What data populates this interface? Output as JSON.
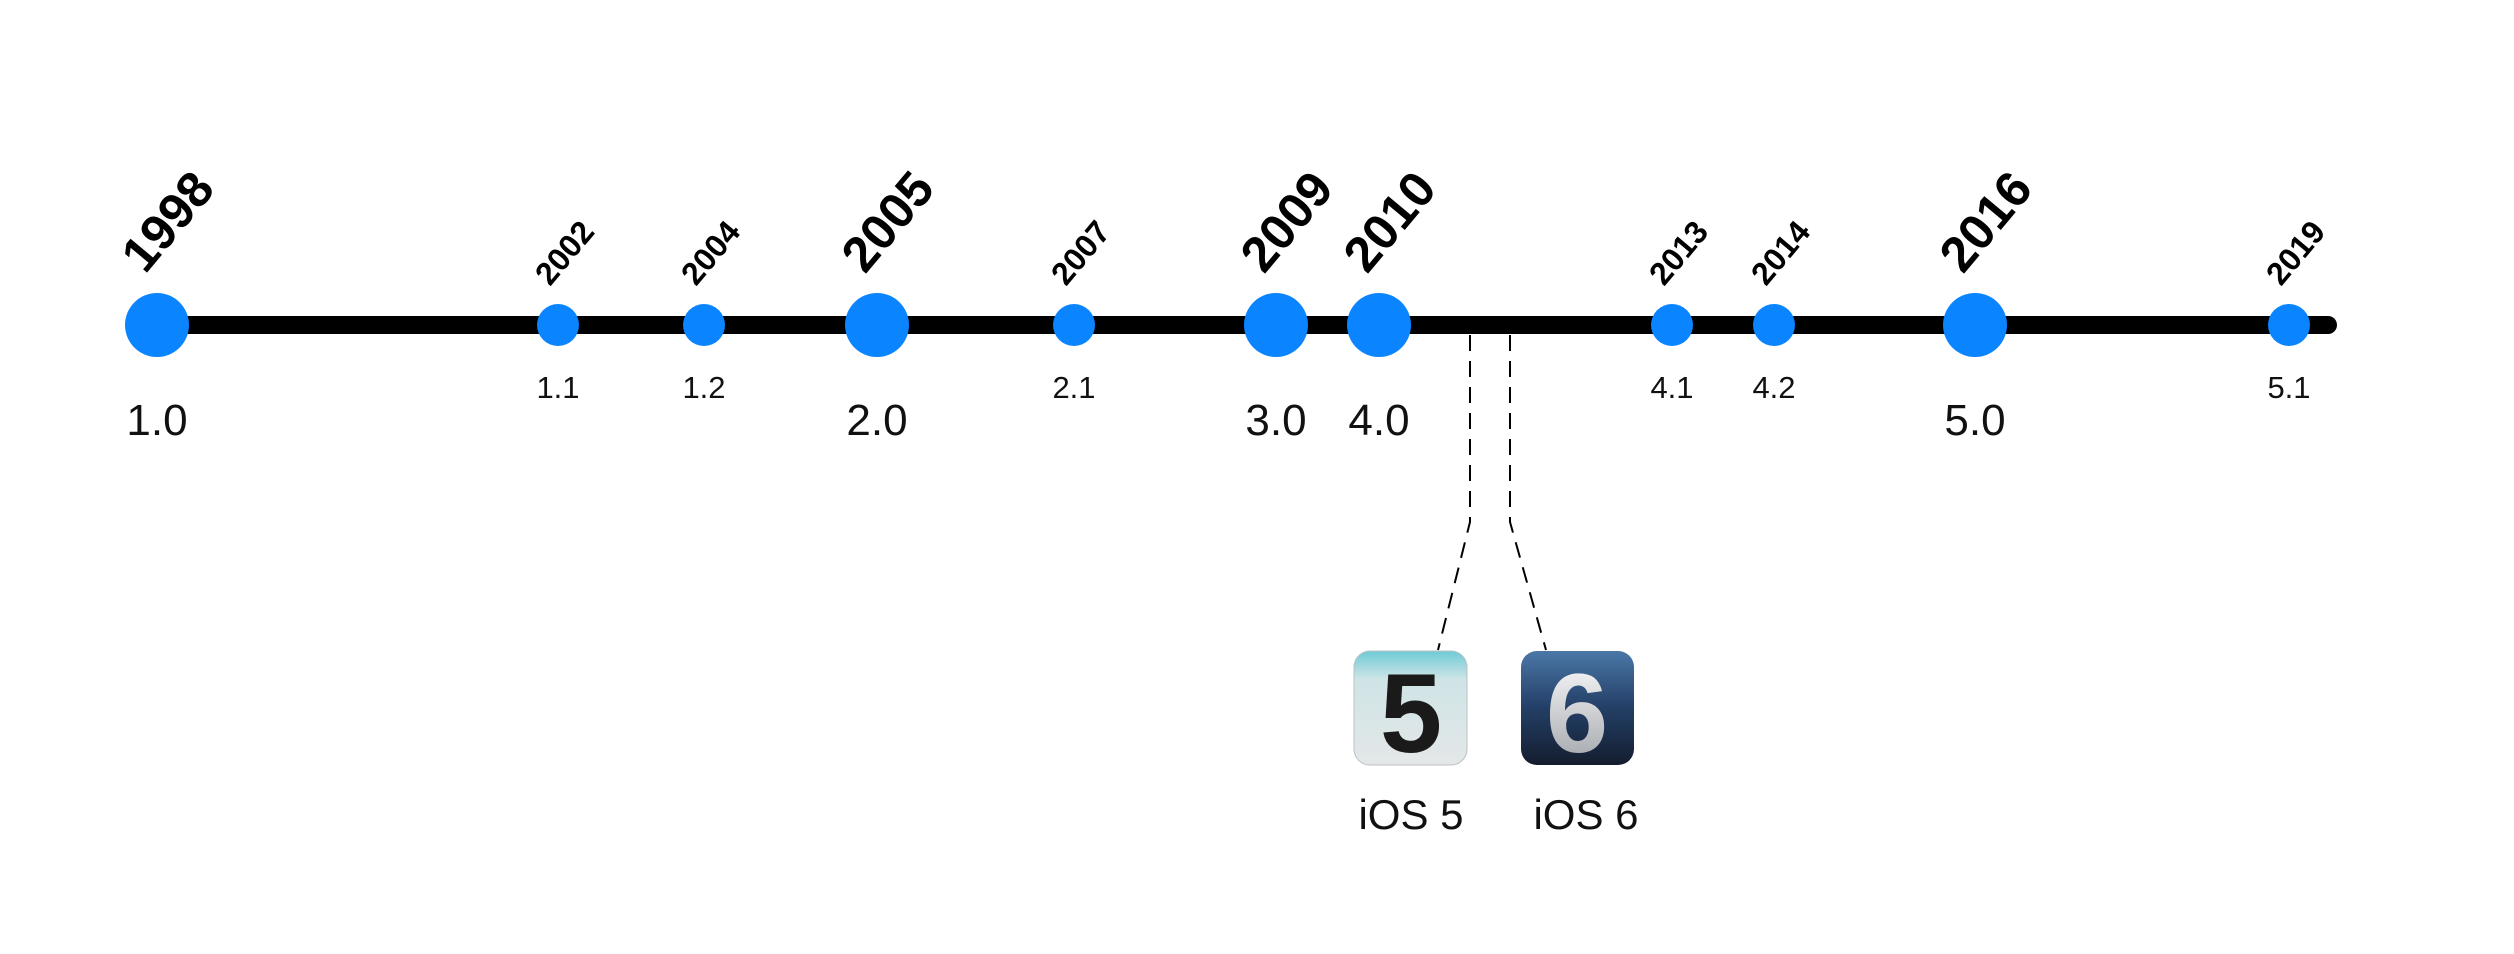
{
  "timeline": {
    "line_color": "#000000",
    "dot_color": "#0A84FF",
    "events": [
      {
        "year": "1998",
        "version": "1.0",
        "major": true
      },
      {
        "year": "2002",
        "version": "1.1",
        "major": false
      },
      {
        "year": "2004",
        "version": "1.2",
        "major": false
      },
      {
        "year": "2005",
        "version": "2.0",
        "major": true
      },
      {
        "year": "2007",
        "version": "2.1",
        "major": false
      },
      {
        "year": "2009",
        "version": "3.0",
        "major": true
      },
      {
        "year": "2010",
        "version": "4.0",
        "major": true
      },
      {
        "year": "2013",
        "version": "4.1",
        "major": false
      },
      {
        "year": "2014",
        "version": "4.2",
        "major": false
      },
      {
        "year": "2016",
        "version": "5.0",
        "major": true
      },
      {
        "year": "2019",
        "version": "5.1",
        "major": false
      }
    ]
  },
  "callouts": [
    {
      "label": "iOS 5",
      "icon": "ios5-icon",
      "glyph": "5"
    },
    {
      "label": "iOS 6",
      "icon": "ios6-icon",
      "glyph": "6"
    }
  ]
}
